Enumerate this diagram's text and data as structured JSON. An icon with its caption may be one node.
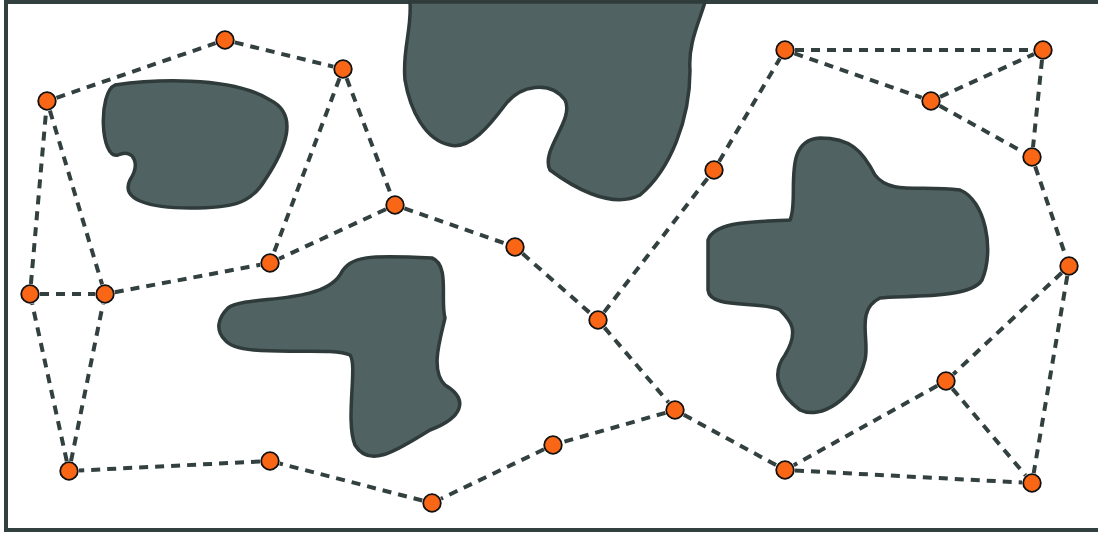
{
  "diagram": {
    "nodes": [
      {
        "text": [],
        "shape": "circle"
      },
      {
        "text": [],
        "shape": "circle"
      },
      {
        "text": [],
        "shape": "circle"
      },
      {
        "text": [],
        "shape": "circle"
      },
      {
        "text": [],
        "shape": "circle"
      },
      {
        "text": [],
        "shape": "circle"
      },
      {
        "text": [],
        "shape": "circle"
      },
      {
        "text": [],
        "shape": "circle"
      },
      {
        "text": [],
        "shape": "circle"
      },
      {
        "text": [],
        "shape": "circle"
      },
      {
        "text": [],
        "shape": "circle"
      },
      {
        "text": [],
        "shape": "circle"
      },
      {
        "text": [],
        "shape": "circle"
      },
      {
        "text": [],
        "shape": "circle"
      },
      {
        "text": [],
        "shape": "circle"
      },
      {
        "text": [],
        "shape": "circle"
      },
      {
        "text": [],
        "shape": "circle"
      },
      {
        "text": [],
        "shape": "circle"
      },
      {
        "text": [],
        "shape": "circle"
      },
      {
        "text": [],
        "shape": "circle"
      },
      {
        "text": [],
        "shape": "circle"
      },
      {
        "text": [],
        "shape": "circle"
      },
      {
        "text": [],
        "shape": "circle"
      }
    ],
    "edges": [
      {
        "from": 4,
        "to": 0,
        "arrow": "none"
      },
      {
        "from": 0,
        "to": 3,
        "arrow": "none"
      },
      {
        "from": 3,
        "to": 8,
        "arrow": "none"
      },
      {
        "from": 3,
        "to": 10,
        "arrow": "none"
      },
      {
        "from": 8,
        "to": 10,
        "arrow": "none"
      },
      {
        "from": 8,
        "to": 9,
        "arrow": "none"
      },
      {
        "from": 9,
        "to": 14,
        "arrow": "none"
      },
      {
        "from": 14,
        "to": 7,
        "arrow": "none"
      },
      {
        "from": 7,
        "to": 1,
        "arrow": "none"
      },
      {
        "from": 1,
        "to": 2,
        "arrow": "none"
      },
      {
        "from": 1,
        "to": 5,
        "arrow": "none"
      },
      {
        "from": 5,
        "to": 2,
        "arrow": "none"
      },
      {
        "from": 5,
        "to": 6,
        "arrow": "none"
      },
      {
        "from": 2,
        "to": 6,
        "arrow": "none"
      },
      {
        "from": 6,
        "to": 11,
        "arrow": "none"
      },
      {
        "from": 11,
        "to": 15,
        "arrow": "none"
      },
      {
        "from": 11,
        "to": 21,
        "arrow": "none"
      },
      {
        "from": 15,
        "to": 20,
        "arrow": "none"
      },
      {
        "from": 15,
        "to": 21,
        "arrow": "none"
      },
      {
        "from": 20,
        "to": 21,
        "arrow": "none"
      },
      {
        "from": 14,
        "to": 16,
        "arrow": "none"
      },
      {
        "from": 16,
        "to": 20,
        "arrow": "none"
      },
      {
        "from": 16,
        "to": 17,
        "arrow": "none"
      },
      {
        "from": 17,
        "to": 22,
        "arrow": "none"
      },
      {
        "from": 22,
        "to": 18,
        "arrow": "none"
      },
      {
        "from": 18,
        "to": 19,
        "arrow": "none"
      },
      {
        "from": 19,
        "to": 12,
        "arrow": "none"
      },
      {
        "from": 19,
        "to": 13,
        "arrow": "none"
      },
      {
        "from": 12,
        "to": 13,
        "arrow": "none"
      },
      {
        "from": 12,
        "to": 4,
        "arrow": "none"
      },
      {
        "from": 4,
        "to": 13,
        "arrow": "none"
      },
      {
        "from": 13,
        "to": 10,
        "arrow": "none"
      }
    ]
  }
}
